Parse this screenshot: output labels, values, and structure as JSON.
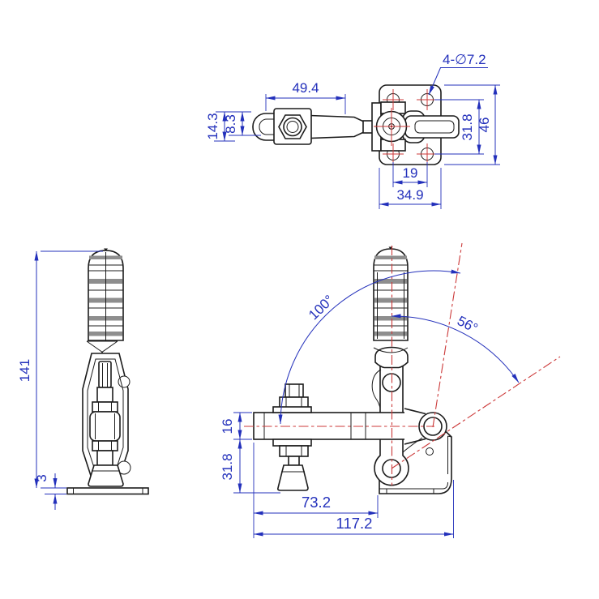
{
  "title": "Vertical toggle clamp engineering drawing",
  "colors": {
    "background": "#ffffff",
    "outline_black": "#1c1c1c",
    "dimension_blue": "#2330bb",
    "centerline_red": "#cc3a3a"
  },
  "top_view": {
    "dimensions": {
      "lever_length": "49.4",
      "ring_height_outer": "14.3",
      "ring_height_inner": "8.3",
      "mounting_holes": "4-∅7.2",
      "hole_pitch_lengthwise": "31.8",
      "plate_length": "46",
      "hole_pitch_crosswise": "19",
      "plate_width": "34.9"
    }
  },
  "side_view": {
    "dimensions": {
      "overall_height": "141",
      "base_plate_thickness": "3"
    }
  },
  "front_view": {
    "dimensions": {
      "bar_opening_angle": "100°",
      "handle_opening_angle": "56°",
      "bar_height": "16",
      "bar_to_foot_bottom": "31.8",
      "bar_end_to_base_upright": "73.2",
      "overall_length": "117.2"
    }
  }
}
